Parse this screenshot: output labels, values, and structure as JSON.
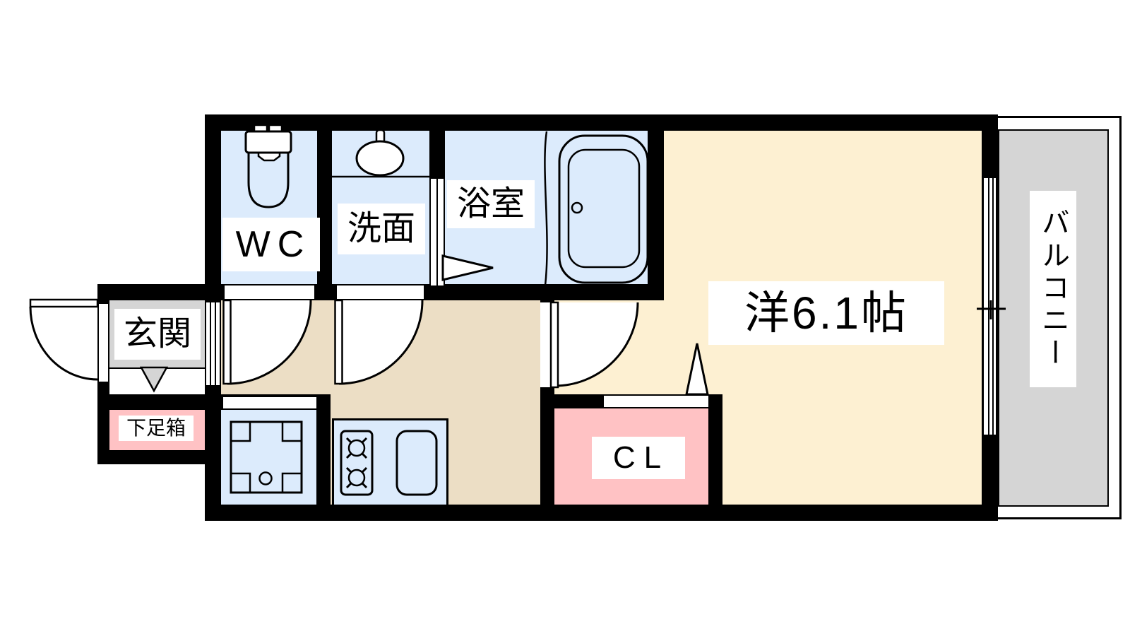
{
  "plan": {
    "title": "1K apartment floor plan",
    "rooms": {
      "wc": {
        "label": "WC"
      },
      "washroom": {
        "label": "洗面"
      },
      "bathroom": {
        "label": "浴室"
      },
      "entrance": {
        "label": "玄関"
      },
      "shoe_box": {
        "label": "下足箱"
      },
      "closet": {
        "label": "CL"
      },
      "main_room": {
        "label": "洋6.1帖"
      },
      "balcony": {
        "label": "バルコニー"
      }
    },
    "icons": [
      "toilet-icon",
      "washbasin-icon",
      "bathtub-icon",
      "stove-icon",
      "kitchen-sink-icon",
      "washing-machine-pan-icon",
      "sliding-window-icon",
      "door-swing-icon",
      "step-marker-icon",
      "door-direction-triangle-icon"
    ],
    "colors": {
      "wet_area": "#dcebfc",
      "corridor": "#ecdec5",
      "main_room": "#fdf0d2",
      "storage": "#ffc2c4",
      "entrance_floor": "#d5d5d5",
      "balcony": "#d5d5d5",
      "wall": "#000000",
      "background": "#ffffff"
    }
  }
}
